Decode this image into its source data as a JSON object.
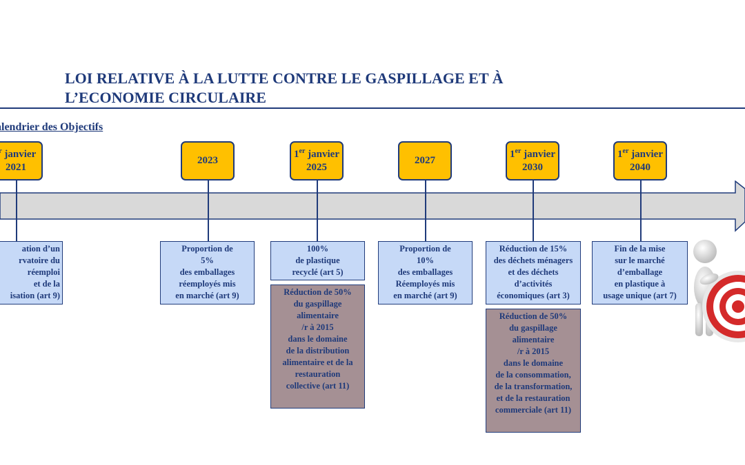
{
  "header": {
    "title_line1": "LOI RELATIVE À LA LUTTE CONTRE LE GASPILLAGE ET À",
    "title_line2": "L’ECONOMIE CIRCULAIRE",
    "subtitle": "alendrier des Objectifs"
  },
  "timeline": [
    {
      "date_sup": "er",
      "date_line1": " janvier",
      "date_line2": "2021",
      "objectives": [
        {
          "text": "ation d’un\nrvatoire du\nréemploi\net de la\nisation (art 9)"
        }
      ]
    },
    {
      "date_line1": "2023",
      "objectives": [
        {
          "text": "Proportion de\n5%\ndes emballages\nréemployés mis\nen marché (art 9)"
        }
      ]
    },
    {
      "date_prefix": "1",
      "date_sup": "er",
      "date_line1": " janvier",
      "date_line2": "2025",
      "objectives": [
        {
          "text": "100%\nde plastique\nrecyclé (art 5)"
        },
        {
          "text": "Réduction de 50%\ndu gaspillage\nalimentaire\n/r à 2015\ndans le domaine\nde la distribution\nalimentaire et de la\nrestauration\ncollective (art 11)"
        }
      ]
    },
    {
      "date_line1": "2027",
      "objectives": [
        {
          "text": "Proportion de\n10%\ndes emballages\nRéemployés mis\nen marché (art 9)"
        }
      ]
    },
    {
      "date_prefix": "1",
      "date_sup": "er",
      "date_line1": " janvier",
      "date_line2": "2030",
      "objectives": [
        {
          "text": "Réduction de 15%\ndes déchets ménagers\net des déchets\nd’activités\néconomiques (art 3)"
        },
        {
          "text": "Réduction de 50%\ndu gaspillage\nalimentaire\n/r à 2015\ndans le domaine\nde la consommation,\nde la transformation,\net de la restauration\ncommerciale (art 11)"
        }
      ]
    },
    {
      "date_prefix": "1",
      "date_sup": "er",
      "date_line1": " janvier",
      "date_line2": "2040",
      "objectives": [
        {
          "text": "Fin de la mise\nsur le marché\nd’emballage\nen plastique à\nusage unique (art 7)"
        }
      ]
    }
  ],
  "colors": {
    "title": "#1f3a7a",
    "date_box": "#ffc000",
    "objective_box": "#c6d9f7",
    "food_waste_box": "#a59094",
    "arrow": "#d9d9d9"
  },
  "icons": {
    "figure": "person-with-target-icon"
  }
}
